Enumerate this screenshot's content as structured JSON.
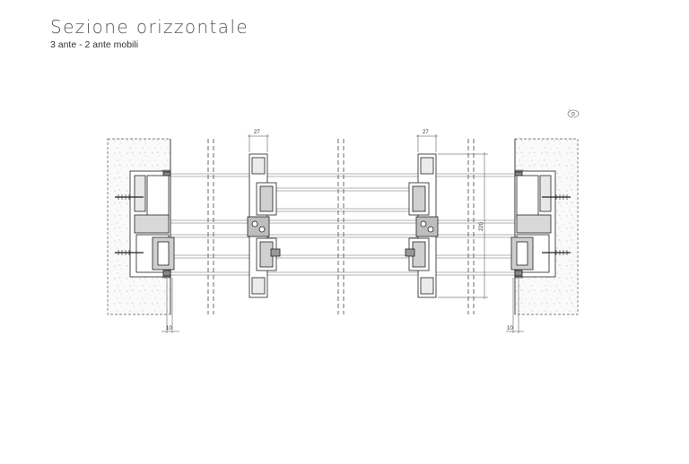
{
  "header": {
    "title": "Sezione orizzontale",
    "subtitle": "3 ante - 2 ante mobili"
  },
  "dimensions": {
    "sash_left": "27",
    "sash_right": "27",
    "height": "220",
    "gap_left": "10",
    "gap_right": "10"
  },
  "icons": {
    "orientation": "eye-icon"
  }
}
